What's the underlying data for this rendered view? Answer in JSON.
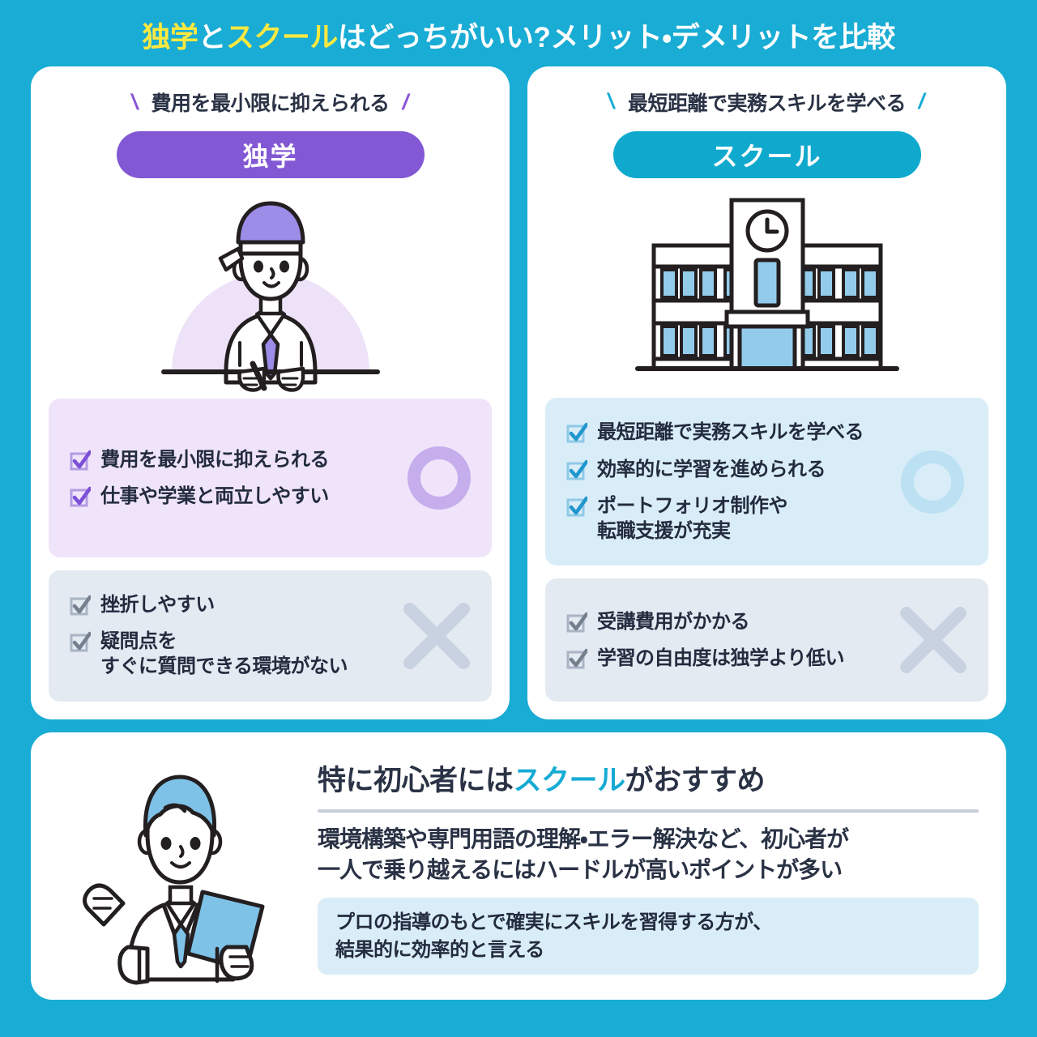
{
  "header": {
    "title_parts": [
      {
        "text": "独学",
        "highlight": true
      },
      {
        "text": "と",
        "highlight": false
      },
      {
        "text": "スクール",
        "highlight": true
      },
      {
        "text": "はどっちがいい?メリット・デメリットを比較",
        "highlight": false
      }
    ],
    "title_plain": "独学とスクールはどっちがいい?メリット・デメリットを比較",
    "title_part_1": "独学",
    "title_part_2": "と",
    "title_part_3": "スクール",
    "title_part_4": "はどっちがいい?メリット・デメリットを比較"
  },
  "colors": {
    "background": "#19ACD4",
    "accent_yellow": "#FFE93F",
    "purple": "#8358D4",
    "cyan": "#10A9CE",
    "text_dark": "#2A3245",
    "merit_purple_bg": "#EFE4FA",
    "merit_cyan_bg": "#D9EDF8",
    "demerit_bg": "#E4EAF2"
  },
  "cards": [
    {
      "catch": "費用を最小限に抑えられる",
      "slash_left": "\\",
      "slash_right": "/",
      "pill_label": "独学",
      "illustration": "self-study-person-illustration",
      "merit_badge": "circle-mark",
      "merits": [
        {
          "line1": "費用を最小限に抑えられる",
          "line2": ""
        },
        {
          "line1": "仕事や学業と両立しやすい",
          "line2": ""
        }
      ],
      "demerit_badge": "cross-mark",
      "demerits": [
        {
          "line1": "挫折しやすい",
          "line2": ""
        },
        {
          "line1": "疑問点を",
          "line2": "すぐに質問できる環境がない"
        }
      ]
    },
    {
      "catch": "最短距離で実務スキルを学べる",
      "slash_left": "\\",
      "slash_right": "/",
      "pill_label": "スクール",
      "illustration": "school-building-illustration",
      "merit_badge": "circle-mark",
      "merits": [
        {
          "line1": "最短距離で実務スキルを学べる",
          "line2": ""
        },
        {
          "line1": "効率的に学習を進められる",
          "line2": ""
        },
        {
          "line1": "ポートフォリオ制作や",
          "line2": "転職支援が充実"
        }
      ],
      "demerit_badge": "cross-mark",
      "demerits": [
        {
          "line1": "受講費用がかかる",
          "line2": ""
        },
        {
          "line1": "学習の自由度は独学より低い",
          "line2": ""
        }
      ]
    }
  ],
  "conclusion": {
    "illustration": "businessman-with-tablet-illustration",
    "heading_part_1": "特に初心者には",
    "heading_part_2": "スクール",
    "heading_part_3": "がおすすめ",
    "heading_plain": "特に初心者にはスクールがおすすめ",
    "body_line1": "環境構築や専門用語の理解・エラー解決など、初心者が",
    "body_line2": "一人で乗り越えるにはハードルが高いポイントが多い",
    "note_line1": "プロの指導のもとで確実にスキルを習得する方が、",
    "note_line2": "結果的に効率的と言える"
  }
}
